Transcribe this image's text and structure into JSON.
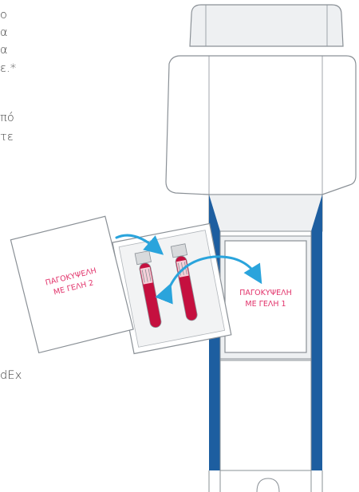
{
  "text_fragments": [
    "ο",
    "α",
    "α",
    "ε.*",
    "πό",
    "τε",
    "dEx"
  ],
  "labels": {
    "tube2_line1": "ΠΑΓΟΚΥΨΕΛΗ",
    "tube2_line2": "ΜΕ ΓΕΛΗ 2",
    "tube1_line1": "ΠΑΓΟΚΥΨΕΛΗ",
    "tube1_line2": "ΜΕ ΓΕΛΗ 1"
  },
  "colors": {
    "label_pink": "#e2336b",
    "arrow_blue": "#2aa4dc",
    "box_outline": "#8a9096",
    "box_fill": "#f5f6f7",
    "side_blue": "#1d5ea0",
    "blood_red": "#c5103f"
  }
}
